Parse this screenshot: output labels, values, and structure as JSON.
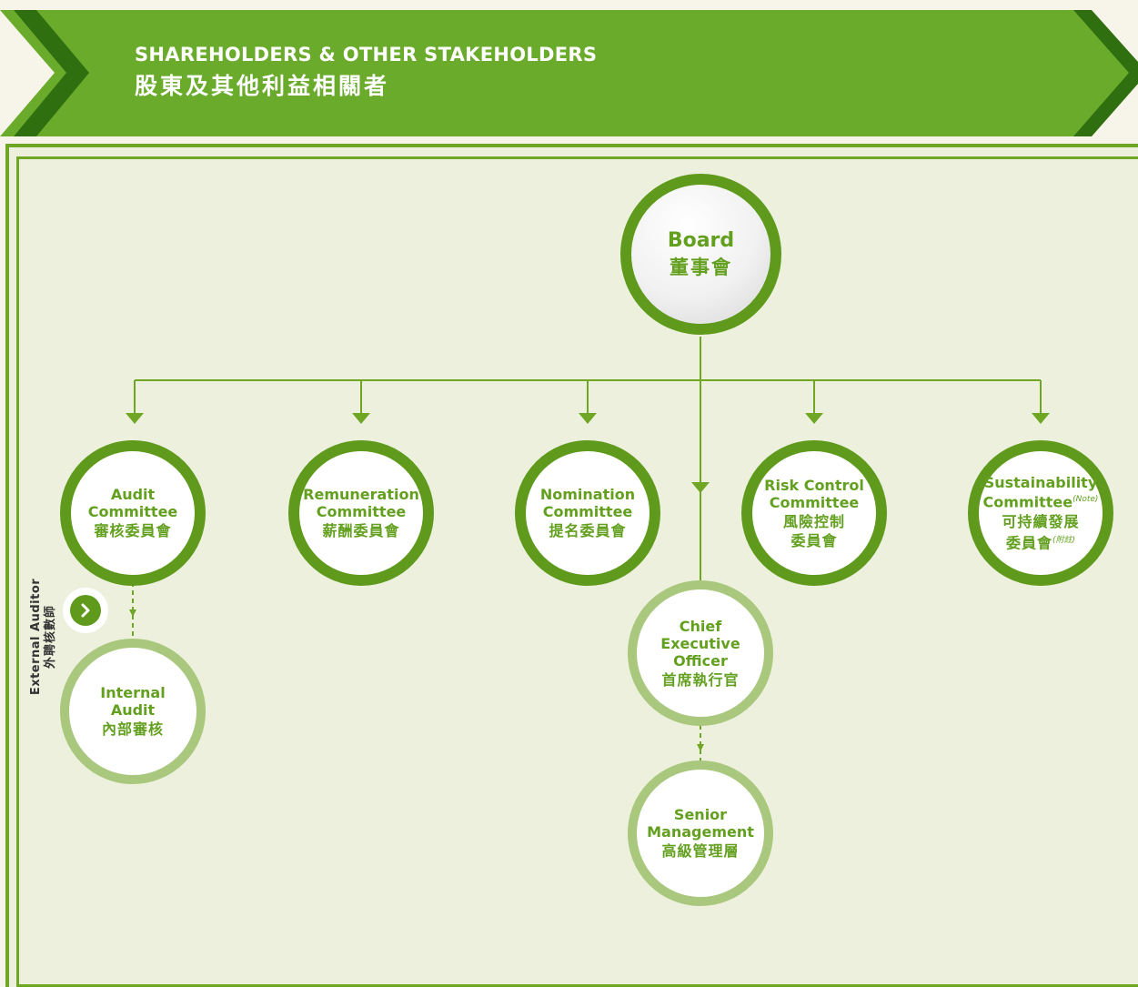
{
  "header": {
    "title_en": "SHAREHOLDERS & OTHER STAKEHOLDERS",
    "title_zh": "股東及其他利益相關者"
  },
  "colors": {
    "primary_green": "#5f9a1c",
    "light_green": "#a9c87d",
    "banner_green": "#6aab2c",
    "panel_bg": "#eef0de"
  },
  "board": {
    "en": "Board",
    "zh": "董事會"
  },
  "committees": [
    {
      "en": "Audit\nCommittee",
      "zh": "審核委員會"
    },
    {
      "en": "Remuneration\nCommittee",
      "zh": "薪酬委員會"
    },
    {
      "en": "Nomination\nCommittee",
      "zh": "提名委員會"
    },
    {
      "en": "Risk Control\nCommittee",
      "zh": "風險控制\n委員會"
    },
    {
      "en": "Sustainability\nCommittee",
      "en_note": "(Note)",
      "zh": "可持續發展\n委員會",
      "zh_note": "(附註)"
    }
  ],
  "ceo": {
    "en": "Chief\nExecutive\nOfficer",
    "zh": "首席執行官"
  },
  "senior_management": {
    "en": "Senior\nManagement",
    "zh": "高級管理層"
  },
  "internal_audit": {
    "en": "Internal\nAudit",
    "zh": "內部審核"
  },
  "external_auditor": {
    "en": "External Auditor",
    "zh": "外聘核數師",
    "icon": "chevron-right-icon"
  }
}
